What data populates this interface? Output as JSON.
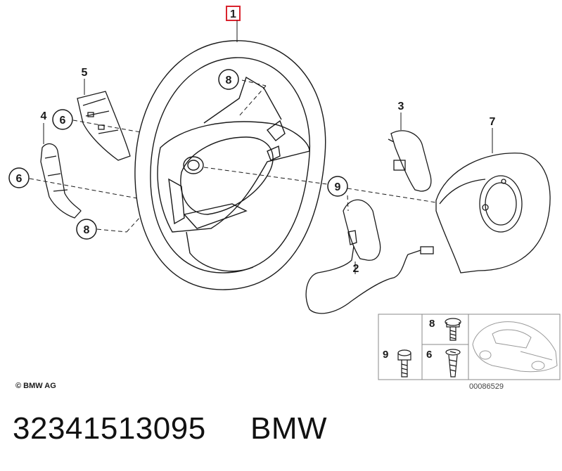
{
  "diagram": {
    "copyright": "© BMW AG",
    "image_code": "00086529",
    "highlighted_label": "1",
    "callouts": [
      "8",
      "5",
      "6",
      "4",
      "6",
      "8",
      "3",
      "7",
      "9",
      "2"
    ],
    "inset_labels": [
      "8",
      "9",
      "6"
    ]
  },
  "footer": {
    "part_number": "32341513095",
    "brand": "BMW"
  },
  "colors": {
    "highlight": "#d9232d",
    "line": "#1a1a1a"
  }
}
